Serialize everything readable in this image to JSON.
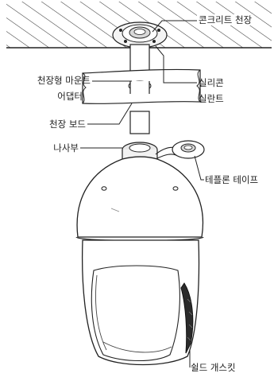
{
  "labels": {
    "concrete_ceiling": "콘크리트 천장",
    "mount_adapter_line1": "천장형 마운트",
    "mount_adapter_line2": "어댑터",
    "silicone_sealant_line1": "실리콘",
    "silicone_sealant_line2": "실란트",
    "ceiling_board": "천장 보드",
    "thread_part": "나사부",
    "teflon_tape": "테플론 테이프",
    "shield_gasket": "쉴드 개스킷"
  }
}
